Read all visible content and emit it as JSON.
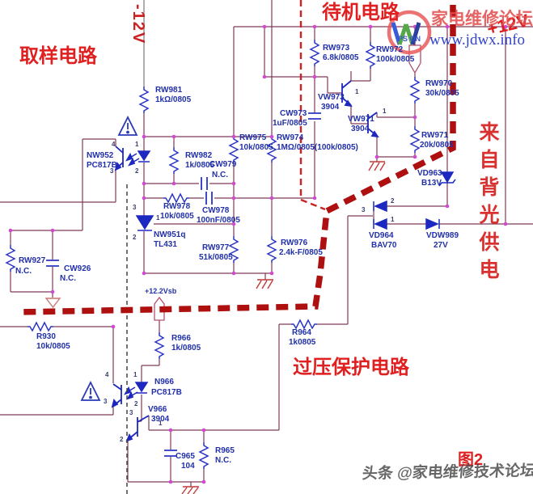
{
  "titles": {
    "sampling": "取样电路",
    "standby": "待机电路",
    "ovp": "过压保护电路",
    "backlight": "来自背光供电",
    "figure": "图2"
  },
  "rails": {
    "left_12v": "-12V",
    "right_12v": "+12V",
    "standby_rail": "+12.2Vsb",
    "ps_on": "PS ON"
  },
  "watermark": {
    "brand": "家电维修论坛",
    "url": "www.jdwx.info",
    "footer": "头条 @家电维修技术论坛"
  },
  "components": {
    "rw981": {
      "ref": "RW981",
      "val": "1kΩ/0805"
    },
    "nw952": {
      "ref": "NW952",
      "val": "PC817B"
    },
    "rw982": {
      "ref": "RW982",
      "val": "1k/0805"
    },
    "cw979": {
      "ref": "CW979",
      "val": "N.C."
    },
    "rw975": {
      "ref": "RW975",
      "val": "10k/0805"
    },
    "rw974": {
      "ref": "RW974",
      "val": "1MΩ/0805(100k/0805)"
    },
    "cw973": {
      "ref": "CW973",
      "val": "1uF/0805"
    },
    "rw973": {
      "ref": "RW973",
      "val": "6.8k/0805"
    },
    "rw972": {
      "ref": "RW972",
      "val": "100k/0805"
    },
    "vw973": {
      "ref": "VW973",
      "val": "3904"
    },
    "vw971": {
      "ref": "VW971",
      "val": "3904"
    },
    "rw970": {
      "ref": "RW970",
      "val": "30k/0805"
    },
    "rw971": {
      "ref": "RW971",
      "val": "20k/0805"
    },
    "vd963": {
      "ref": "VD963",
      "val": "B13V"
    },
    "vd964": {
      "ref": "VD964",
      "val": "BAV70"
    },
    "vdw989": {
      "ref": "VDW989",
      "val": "27V"
    },
    "rw978": {
      "ref": "RW978",
      "val": "10k/0805"
    },
    "cw978": {
      "ref": "CW978",
      "val": "100nF/0805"
    },
    "nw951": {
      "ref": "NW951q",
      "val": "TL431"
    },
    "rw977": {
      "ref": "RW977",
      "val": "51k/0805"
    },
    "rw976": {
      "ref": "RW976",
      "val": "2.4k-F/0805"
    },
    "rw927": {
      "ref": "RW927",
      "val": "N.C."
    },
    "cw926": {
      "ref": "CW926",
      "val": "N.C."
    },
    "r930": {
      "ref": "R930",
      "val": "10k/0805"
    },
    "r966": {
      "ref": "R966",
      "val": "1k/0805"
    },
    "n966": {
      "ref": "N966",
      "val": "PC817B"
    },
    "v966": {
      "ref": "V966",
      "val": "3904"
    },
    "c965": {
      "ref": "C965",
      "val": "104"
    },
    "r965": {
      "ref": "R965",
      "val": "N.C."
    },
    "r964": {
      "ref": "R964",
      "val": "1k0805"
    }
  },
  "pins": {
    "p1": "1",
    "p2": "2",
    "p3": "3",
    "p4": "4"
  }
}
